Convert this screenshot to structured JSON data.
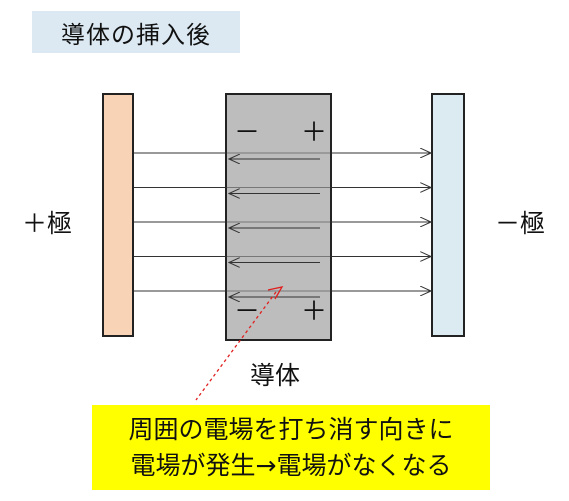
{
  "title": "導体の挿入後",
  "labels": {
    "positive_electrode": "＋極",
    "negative_electrode": "－極",
    "conductor": "導体"
  },
  "conductor_signs": {
    "top_left": "－",
    "top_right": "＋",
    "bottom_left": "－",
    "bottom_right": "＋"
  },
  "callout": {
    "line1": "周囲の電場を打ち消す向きに",
    "line2": "電場が発生→電場がなくなる"
  },
  "colors": {
    "positive_plate": "#f9d3b6",
    "negative_plate": "#dcebf2",
    "conductor": "#bdbdbd",
    "title_bg": "#dce9f3",
    "callout_bg": "#ffff00",
    "leader_line": "#e02020"
  },
  "field_line_count": 5
}
